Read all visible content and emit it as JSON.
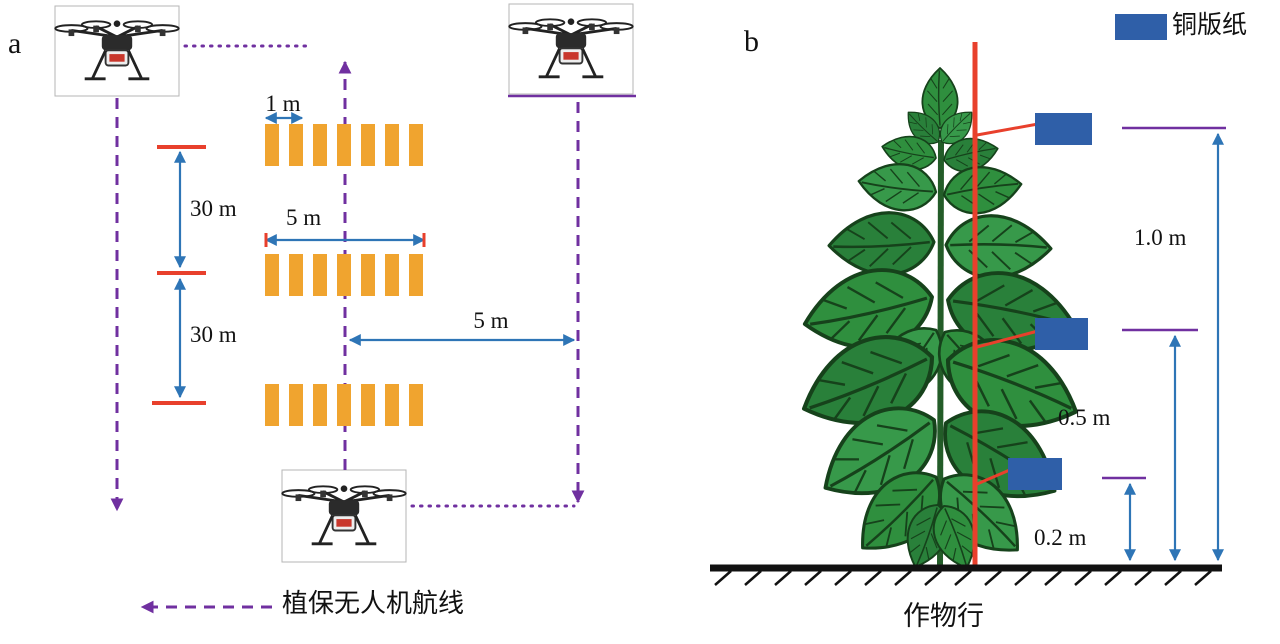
{
  "figure": {
    "panel_a": {
      "label": "a",
      "measurements": {
        "card_spacing": "1 m",
        "strip_width": "5 m",
        "row_gap_upper": "30 m",
        "row_gap_lower": "30 m",
        "route_offset": "5 m"
      },
      "legend": {
        "route_label": "植保无人机航线"
      }
    },
    "panel_b": {
      "label": "b",
      "legend": {
        "paper_label": "铜版纸"
      },
      "heights": {
        "top": "1.0 m",
        "middle": "0.5 m",
        "bottom": "0.2 m"
      },
      "ground_label": "作物行"
    }
  },
  "icons": {
    "drone": "spray-drone-icon",
    "coated_paper_card": "blue-card-icon",
    "sample_strip": "orange-strip-icon",
    "plant": "tobacco-plant-icon"
  },
  "colors": {
    "route_purple": "#7030a0",
    "measure_blue": "#2e75b6",
    "sample_strip_orange": "#f0a42f",
    "marker_red": "#e8402c",
    "coated_paper_blue": "#2f5fa8",
    "leaf_green": "#2f8f3e",
    "ground_black": "#111111"
  }
}
